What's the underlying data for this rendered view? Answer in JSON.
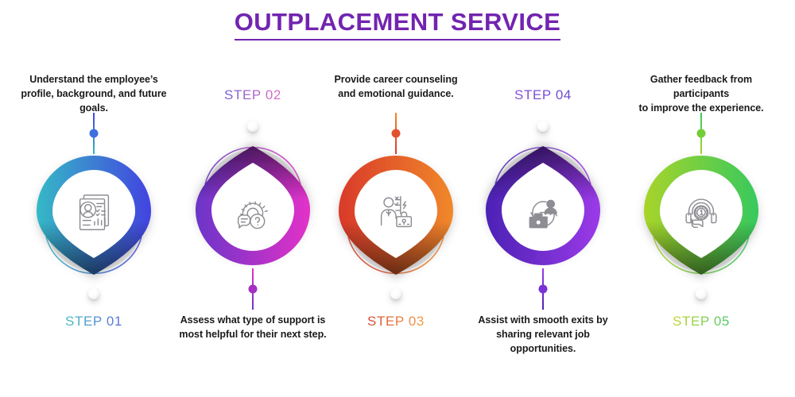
{
  "title": "OUTPLACEMENT SERVICE",
  "title_color": "#7224b0",
  "steps": [
    {
      "label": "STEP 01",
      "description": "Understand the employee’s\nprofile, background, and future goals.",
      "icon": "resume-profile-icon",
      "orientation": "up",
      "colors": {
        "start": "#35b9c6",
        "end": "#4343e0",
        "dot": "#3f6fe0",
        "label_start": "#46bcc6",
        "label_end": "#5a6ed8"
      }
    },
    {
      "label": "STEP 02",
      "description": "Assess what type of support is\nmost helpful for their next step.",
      "icon": "gear-question-icon",
      "orientation": "down",
      "colors": {
        "start": "#e332c8",
        "end": "#6b34c9",
        "dot": "#a62fc4",
        "label_start": "#6f5fd0",
        "label_end": "#e06ec4"
      }
    },
    {
      "label": "STEP 03",
      "description": "Provide career counseling\nand emotional guidance.",
      "icon": "career-counseling-icon",
      "orientation": "up",
      "colors": {
        "start": "#d93a2b",
        "end": "#f0882c",
        "dot": "#e1532f",
        "label_start": "#d9482f",
        "label_end": "#efa04a"
      }
    },
    {
      "label": "STEP 04",
      "description": "Assist with smooth exits by\nsharing relevant job opportunities.",
      "icon": "job-exchange-icon",
      "orientation": "down",
      "colors": {
        "start": "#9b3ae8",
        "end": "#4b22b5",
        "dot": "#7a32d6",
        "label_start": "#8450d8",
        "label_end": "#6b45cf"
      }
    },
    {
      "label": "STEP 05",
      "description": "Gather feedback from\nparticipants\nto improve the experience.",
      "icon": "headset-award-icon",
      "orientation": "up",
      "colors": {
        "start": "#a8d429",
        "end": "#37c95e",
        "dot": "#72cd36",
        "label_start": "#c2d62c",
        "label_end": "#4ec96a"
      }
    }
  ]
}
